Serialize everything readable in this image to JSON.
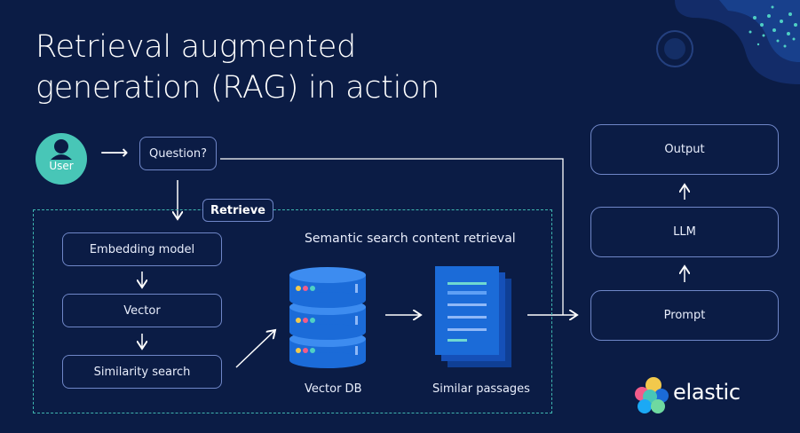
{
  "title_line1": "Retrieval augmented",
  "title_line2": "generation (RAG) in action",
  "user_label": "User",
  "question_label": "Question?",
  "retrieve_label": "Retrieve",
  "semantic_caption": "Semantic search content retrieval",
  "steps": [
    "Embedding model",
    "Vector",
    "Similarity search"
  ],
  "vector_db_label": "Vector DB",
  "passages_label": "Similar passages",
  "right_column": [
    "Output",
    "LLM",
    "Prompt"
  ],
  "brand": "elastic",
  "colors": {
    "background": "#0b1c45",
    "box_border": "#6f86c7",
    "dashed_frame": "#3fb6b0",
    "user_avatar": "#48c6b7",
    "db_blue": "#1b6bd8"
  }
}
